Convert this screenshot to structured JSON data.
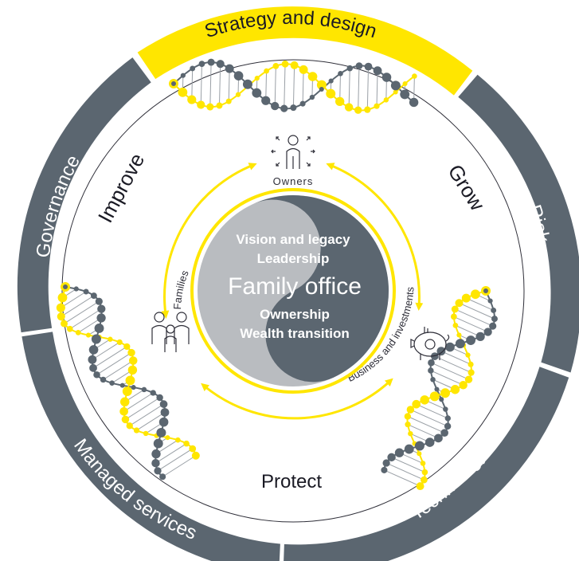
{
  "outer_ring": {
    "segments": [
      {
        "key": "strategy",
        "label": "Strategy and design",
        "fill": "#FFE600",
        "text_color": "#1A1A24"
      },
      {
        "key": "risk",
        "label": "Risk",
        "fill": "#5B6670",
        "text_color": "#FFFFFF"
      },
      {
        "key": "technology",
        "label": "Technology",
        "fill": "#5B6670",
        "text_color": "#FFFFFF"
      },
      {
        "key": "managed",
        "label": "Managed services",
        "fill": "#5B6670",
        "text_color": "#FFFFFF"
      },
      {
        "key": "governance",
        "label": "Governance",
        "fill": "#5B6670",
        "text_color": "#FFFFFF"
      }
    ]
  },
  "stages": {
    "improve": "Improve",
    "grow": "Grow",
    "protect": "Protect"
  },
  "stakeholders": {
    "owners": {
      "label": "Owners",
      "icon": "owner-person-icon"
    },
    "families": {
      "label": "Families",
      "icon": "family-icon"
    },
    "business": {
      "label": "Business and investments",
      "icon": "piggy-bank-icon"
    }
  },
  "center": {
    "top_lines": [
      "Vision and legacy",
      "Leadership"
    ],
    "title": "Family office",
    "bottom_lines": [
      "Ownership",
      "Wealth transition"
    ]
  },
  "colors": {
    "yellow": "#FFE600",
    "slate": "#5B6670",
    "dark": "#2E2E38",
    "light_gray": "#B9BCC0",
    "dna_gray": "#5B6670"
  }
}
